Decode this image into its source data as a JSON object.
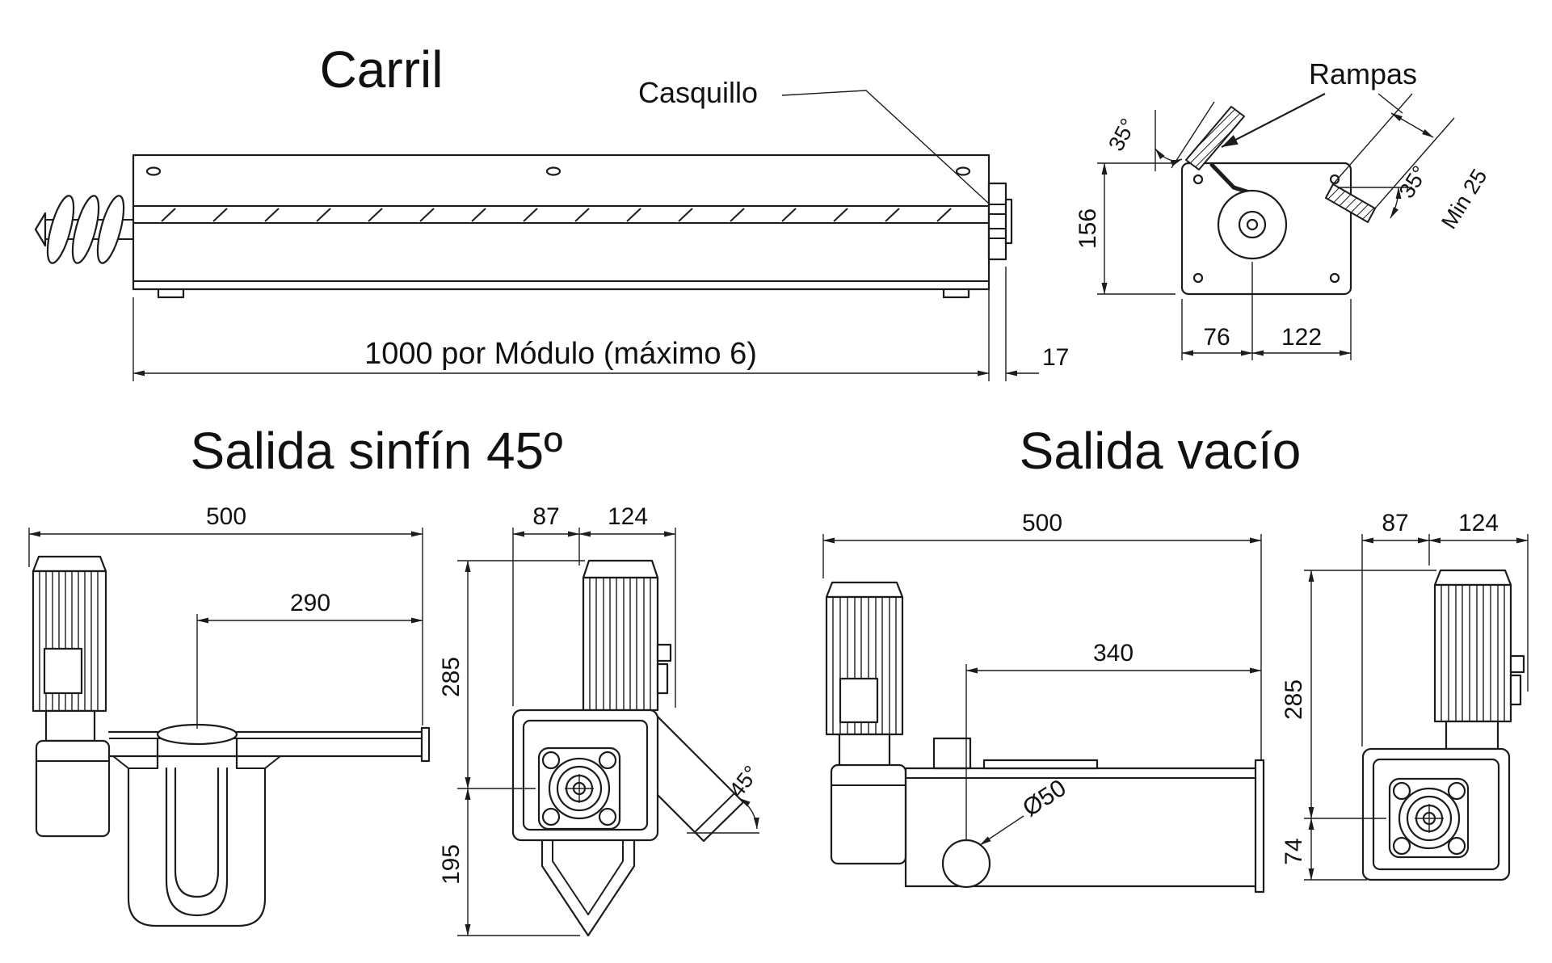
{
  "carril": {
    "title": "Carril",
    "casquillo_label": "Casquillo",
    "dim_module_length": "1000 por Módulo (máximo 6)",
    "dim_end_gap": "17"
  },
  "rampas": {
    "label": "Rampas",
    "dim_height": "156",
    "dim_left_width": "76",
    "dim_right_width": "122",
    "angle_left": "35°",
    "angle_right": "35°",
    "min_width": "Min 25"
  },
  "salida_sinfin": {
    "title": "Salida sinfín 45º",
    "side": {
      "dim_total_width": "500",
      "dim_outlet_offset": "290"
    },
    "front": {
      "dim_left": "87",
      "dim_right": "124",
      "dim_upper_height": "285",
      "dim_lower_height": "195",
      "angle": "45°"
    }
  },
  "salida_vacio": {
    "title": "Salida vacío",
    "side": {
      "dim_total_width": "500",
      "dim_outlet_offset": "340",
      "outlet_diameter": "Ø50"
    },
    "front": {
      "dim_left": "87",
      "dim_right": "124",
      "dim_upper_height": "285",
      "dim_lower_height": "74"
    }
  }
}
